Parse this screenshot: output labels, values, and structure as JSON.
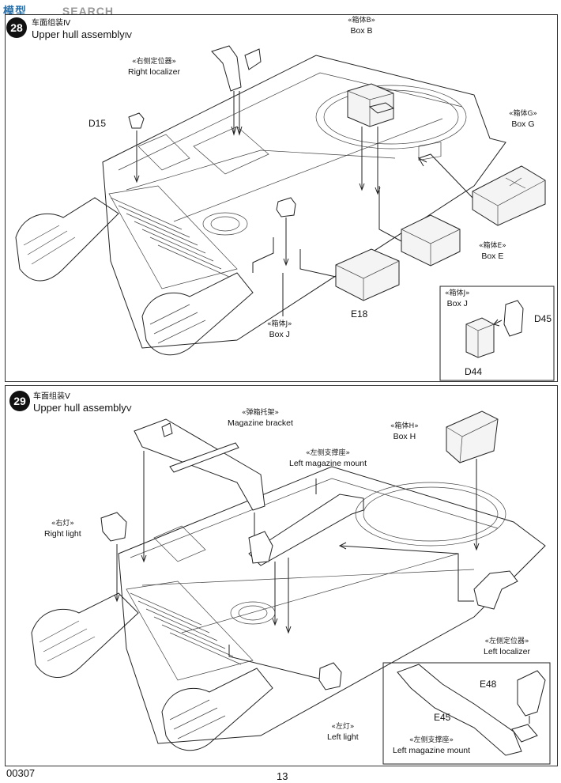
{
  "watermark": {
    "brand": "SEARCH",
    "cn_brand": "模型"
  },
  "step1": {
    "title_zh": "车面组装Ⅳ",
    "title_en": "Upper hull assembly",
    "title_roman": "Ⅳ",
    "labels": {
      "box_b": {
        "zh": "«箱体B»",
        "en": "Box B"
      },
      "right_localizer": {
        "zh": "«右侧定位器»",
        "en": "Right localizer"
      },
      "box_g": {
        "zh": "«箱体G»",
        "en": "Box G"
      },
      "box_e": {
        "zh": "«箱体E»",
        "en": "Box E"
      },
      "box_j": {
        "zh": "«箱体J»",
        "en": "Box J"
      },
      "inset_box_j": {
        "zh": "«箱体J»",
        "en": "Box J"
      }
    },
    "parts": {
      "d15": "D15",
      "e18": "E18",
      "d45": "D45",
      "d44": "D44"
    }
  },
  "step2": {
    "number": "29",
    "title_zh": "车面组装Ⅴ",
    "title_en": "Upper hull assembly",
    "title_roman": "Ⅴ",
    "labels": {
      "magazine_bracket": {
        "zh": "«弹箱托架»",
        "en": "Magazine bracket"
      },
      "box_h": {
        "zh": "«箱体H»",
        "en": "Box H"
      },
      "left_magazine_mount": {
        "zh": "«左侧支撑座»",
        "en": "Left magazine mount"
      },
      "right_light": {
        "zh": "«右灯»",
        "en": "Right light"
      },
      "left_localizer": {
        "zh": "«左侧定位器»",
        "en": "Left localizer"
      },
      "left_light": {
        "zh": "«左灯»",
        "en": "Left light"
      },
      "inset_left_magazine_mount": {
        "zh": "«左侧支撑座»",
        "en": "Left magazine mount"
      }
    },
    "parts": {
      "e48": "E48",
      "e45": "E45"
    }
  },
  "footer": {
    "code": "00307",
    "page": "13"
  }
}
